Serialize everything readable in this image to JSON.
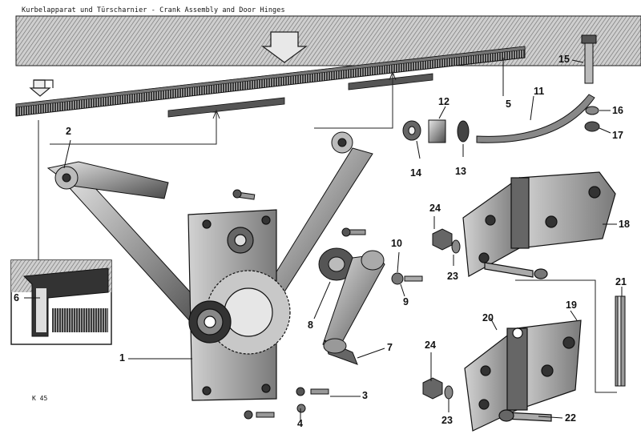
{
  "diagram": {
    "title": "Kurbelapparat und Türscharnier - Crank Assembly and Door Hinges",
    "figure_ref": "K 45",
    "callouts": [
      "1",
      "2",
      "3",
      "4",
      "5",
      "6",
      "7",
      "8",
      "9",
      "10",
      "11",
      "12",
      "13",
      "14",
      "15",
      "16",
      "17",
      "18",
      "19",
      "20",
      "21",
      "22",
      "23",
      "24",
      "23",
      "24"
    ],
    "colors": {
      "ink": "#111111",
      "paper": "#ffffff",
      "glass": "#bdbdbd",
      "metal": "#8a8a8a"
    }
  }
}
